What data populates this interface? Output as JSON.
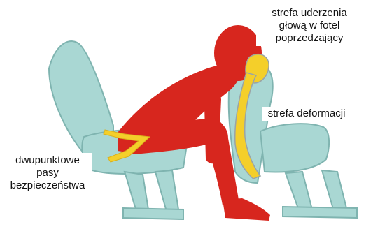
{
  "labels": {
    "head_impact_zone": [
      "strefa uderzenia",
      "głową w fotel",
      "poprzedzający"
    ],
    "deformation_zone": [
      "strefa deformacji"
    ],
    "two_point_belts": [
      "dwupunktowe",
      "pasy",
      "bezpieczeństwa"
    ]
  },
  "colors": {
    "seat_fill": "#a9d7d3",
    "seat_outline": "#7fb4b0",
    "passenger_fill": "#d7261e",
    "belt_yellow": "#f4cf2a",
    "outline_gray": "#9aa4a6",
    "background": "#ffffff"
  }
}
